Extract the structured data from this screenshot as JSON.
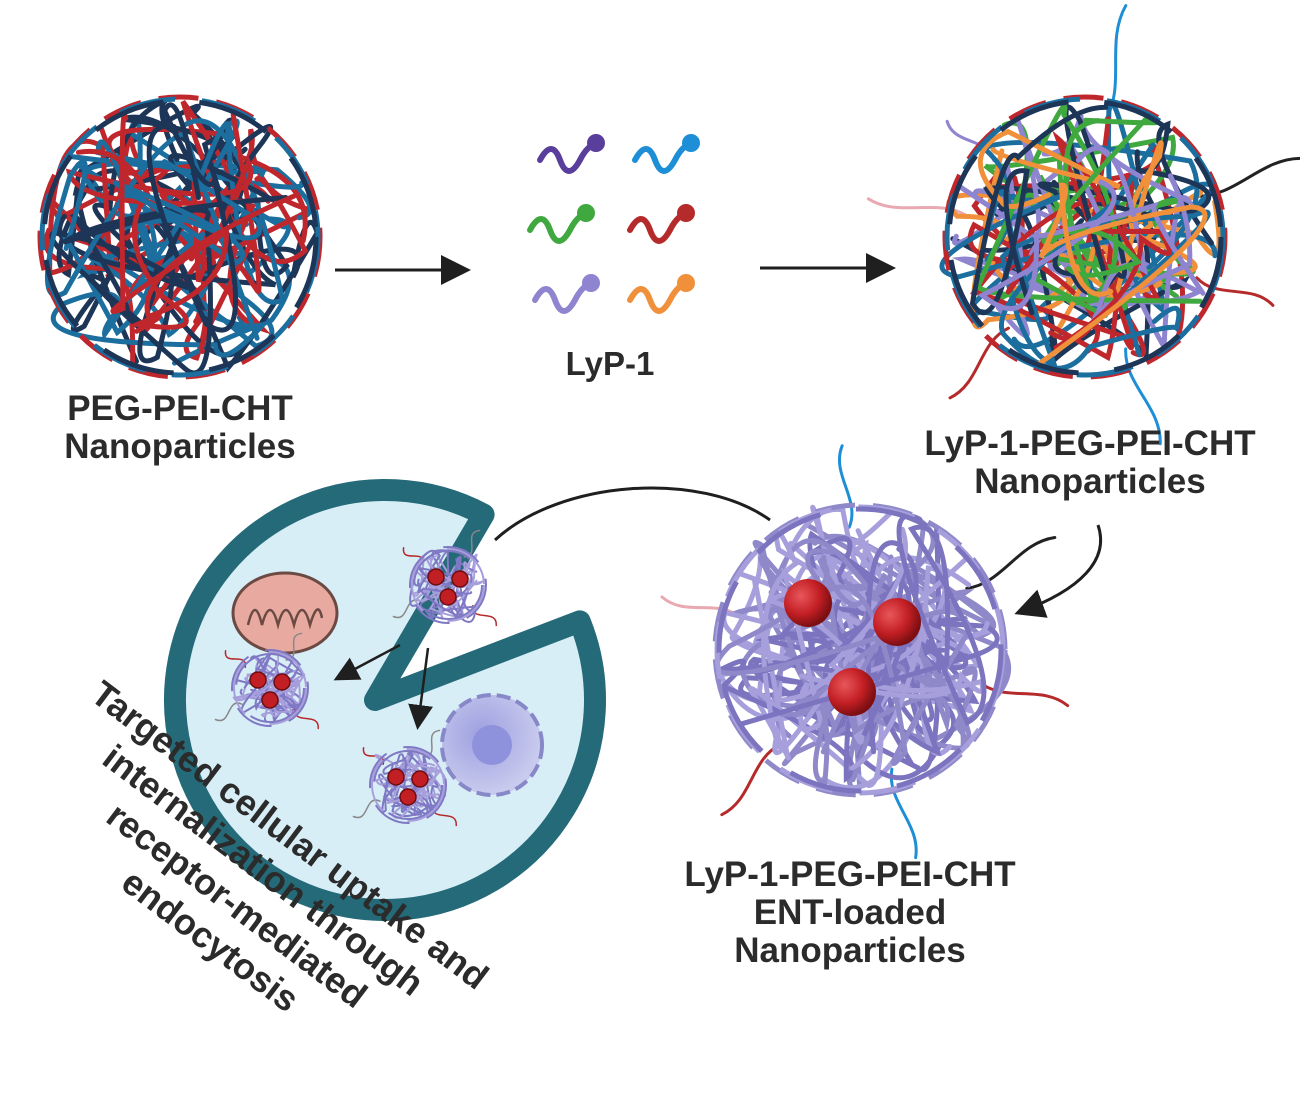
{
  "labels": {
    "peg_nanoparticles": [
      "PEG-PEI-CHT",
      "Nanoparticles"
    ],
    "lyp1": "LyP-1",
    "lyp1_peg_nanoparticles": [
      "LyP-1-PEG-PEI-CHT",
      "Nanoparticles"
    ],
    "ent_loaded_nanoparticles": [
      "LyP-1-PEG-PEI-CHT",
      "ENT-loaded",
      "Nanoparticles"
    ],
    "uptake": [
      "Targeted cellular uptake and",
      "internalization through",
      "receptor-mediated",
      "endocytosis"
    ]
  },
  "colors": {
    "polymer_red": "#c0272d",
    "polymer_blue": "#1b6e9e",
    "polymer_navy": "#1d3557",
    "ligand_purple": "#5a3e9b",
    "ligand_blue": "#1e8fd6",
    "ligand_green": "#3fa83f",
    "ligand_red": "#b52a2a",
    "ligand_lavender": "#8e84cf",
    "ligand_orange": "#f0903a",
    "ent_particle_lavender": "#8f88c9",
    "drug_sphere": "#c21f24",
    "cell_border": "#256a78",
    "cell_fill": "#d8eef6",
    "mitochondrion": "#e8aaa0",
    "nucleus": "#b8b9ea",
    "arrow": "#1f1f1f"
  }
}
